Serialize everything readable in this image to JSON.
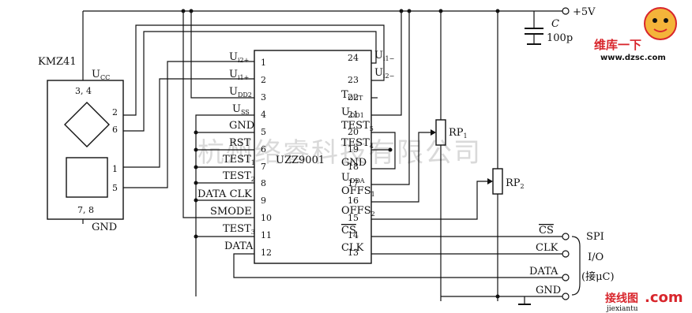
{
  "chip": {
    "name": "UZZ9001",
    "left_pins": [
      {
        "num": "1",
        "label": "U",
        "sub": "i2+"
      },
      {
        "num": "2",
        "label": "U",
        "sub": "i1+"
      },
      {
        "num": "3",
        "label": "U",
        "sub": "DD2"
      },
      {
        "num": "4",
        "label": "U",
        "sub": "SS"
      },
      {
        "num": "5",
        "label": "GND",
        "sub": ""
      },
      {
        "num": "6",
        "label": "RST",
        "sub": ""
      },
      {
        "num": "7",
        "label": "TEST",
        "sub": "1"
      },
      {
        "num": "8",
        "label": "TEST",
        "sub": "2"
      },
      {
        "num": "9",
        "label": "DATA CLK",
        "sub": ""
      },
      {
        "num": "10",
        "label": "SMODE",
        "sub": ""
      },
      {
        "num": "11",
        "label": "TEST",
        "sub": "3"
      },
      {
        "num": "12",
        "label": "DATA",
        "sub": ""
      }
    ],
    "right_pins": [
      {
        "num": "24",
        "label": "U",
        "sub": "i1−"
      },
      {
        "num": "23",
        "label": "U",
        "sub": "i2−"
      },
      {
        "num": "22",
        "label": "T",
        "sub": "OUT"
      },
      {
        "num": "21",
        "label": "U",
        "sub": "DD1"
      },
      {
        "num": "20",
        "label": "TEST",
        "sub": "5"
      },
      {
        "num": "19",
        "label": "TEST",
        "sub": "4"
      },
      {
        "num": "18",
        "label": "GND",
        "sub": ""
      },
      {
        "num": "17",
        "label": "U",
        "sub": "DDA"
      },
      {
        "num": "16",
        "label": "OFFS",
        "sub": "1"
      },
      {
        "num": "15",
        "label": "OFFS",
        "sub": "2"
      },
      {
        "num": "14",
        "label": "CS",
        "sub": ""
      },
      {
        "num": "13",
        "label": "CLK",
        "sub": ""
      }
    ]
  },
  "sensor": {
    "name": "KMZ41",
    "ucc": "U",
    "ucc_sub": "CC",
    "pins_top": "3, 4",
    "pins_bottom": "7, 8",
    "pin_a": "2",
    "pin_b": "6",
    "pin_c": "1",
    "pin_d": "5",
    "gnd": "GND"
  },
  "supply": {
    "label": "+5V",
    "cap_name": "C",
    "cap_value": "100p"
  },
  "pots": [
    {
      "name": "RP",
      "sub": "1"
    },
    {
      "name": "RP",
      "sub": "2"
    }
  ],
  "interface": {
    "terminals": [
      "CS",
      "CLK",
      "DATA",
      "GND"
    ],
    "spi": "SPI",
    "io": "I/O",
    "mcu": "(接μC)"
  },
  "watermark": "杭州络睿科技有限公司",
  "logos": {
    "top_text": "维库一下",
    "top_url": "www.dzsc.com",
    "bottom_text": "接线图",
    "bottom_com": ".com",
    "bottom_sub": "jiexiantu"
  }
}
